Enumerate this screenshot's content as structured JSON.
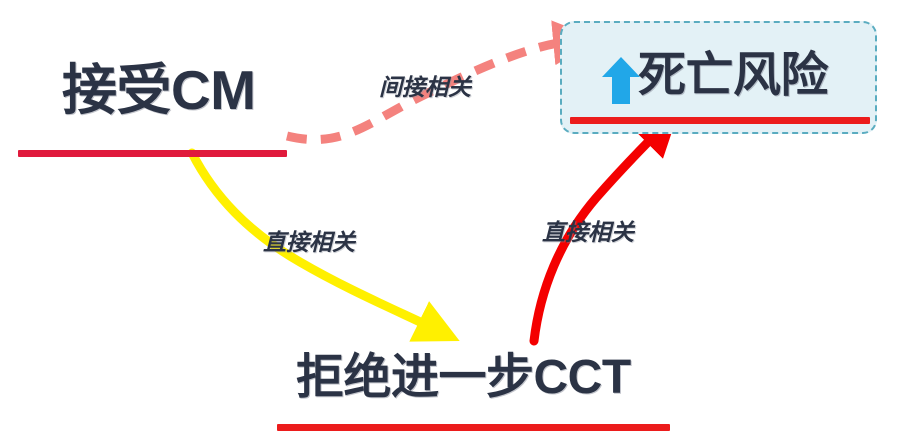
{
  "diagram": {
    "title": "CM acceptance and mortality risk relationship flow",
    "background_color": "#ffffff",
    "nodes": [
      {
        "id": "accept-cm",
        "label": "接受CM",
        "text_color": "#2b3345",
        "underline_color": "#e01a3c",
        "boxed": false
      },
      {
        "id": "refuse-further-cct",
        "label": "拒绝进一步CCT",
        "text_color": "#2b3345",
        "underline_color": "#ec1c1c",
        "boxed": false
      },
      {
        "id": "death-risk",
        "label": "死亡风险",
        "icon": "up-arrow-icon",
        "icon_color": "#21a7e8",
        "text_color": "#2b3345",
        "underline_color": "#ec1c1c",
        "boxed": true,
        "box_fill": "#e3f1f6",
        "box_border_color": "#5aacc0",
        "box_border_style": "dashed"
      }
    ],
    "edges": [
      {
        "id": "indirect",
        "label": "间接相关",
        "from": "accept-cm",
        "to": "death-risk",
        "color": "#f4827e",
        "style": "dashed"
      },
      {
        "id": "direct-left",
        "label": "直接相关",
        "from": "accept-cm",
        "to": "refuse-further-cct",
        "color": "#fff000",
        "style": "solid"
      },
      {
        "id": "direct-right",
        "label": "直接相关",
        "from": "refuse-further-cct",
        "to": "death-risk",
        "color": "#f40000",
        "style": "solid"
      }
    ]
  }
}
